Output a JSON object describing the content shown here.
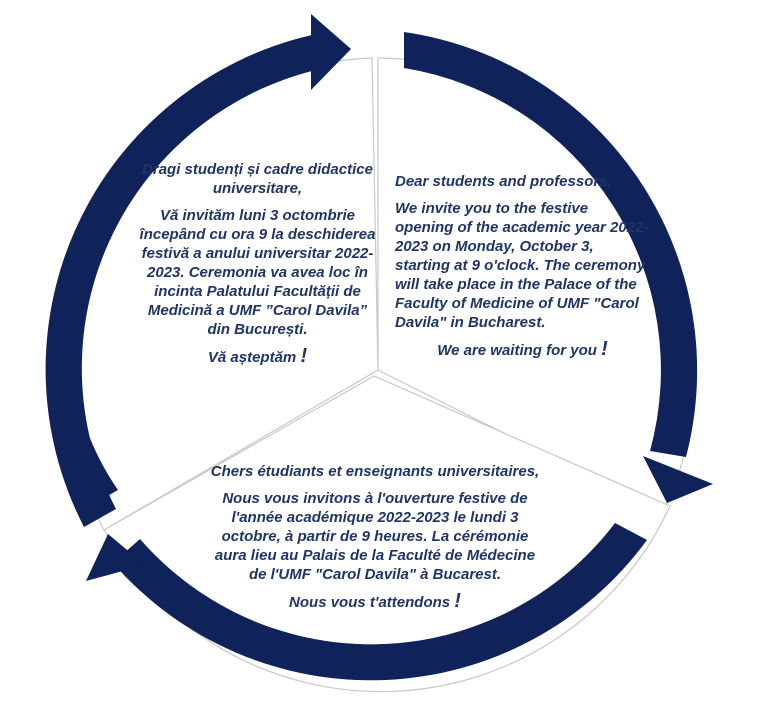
{
  "colors": {
    "arc": "#0f2259",
    "text": "#1f3566",
    "sector_border": "#c8c8c8"
  },
  "romanian": {
    "greeting": "Dragi studenți și cadre didactice universitare,",
    "body": "Vă invităm luni 3 octombrie începând cu ora 9 la deschiderea festivă a anului universitar 2022-2023. Ceremonia va avea loc în incinta Palatului Facultății de Medicină a UMF ”Carol Davila” din București.",
    "closing": "Vă așteptăm",
    "mark": "!"
  },
  "english": {
    "greeting": "Dear students and professors,",
    "body": "We invite you to the festive opening of the academic year 2022-2023 on Monday, October 3, starting at 9 o'clock. The ceremony will take place in the Palace of the Faculty of Medicine of UMF \"Carol Davila\" in Bucharest.",
    "closing": "We are waiting for you",
    "mark": "!"
  },
  "french": {
    "greeting": "Chers étudiants et enseignants universitaires,",
    "body": "Nous vous invitons à l'ouverture festive de l'année académique 2022-2023 le lundi 3 octobre, à partir de 9 heures. La cérémonie aura lieu au Palais de la Faculté de Médecine de l'UMF \"Carol Davila\" à Bucarest.",
    "closing": "Nous vous t'attendons",
    "mark": "!"
  }
}
